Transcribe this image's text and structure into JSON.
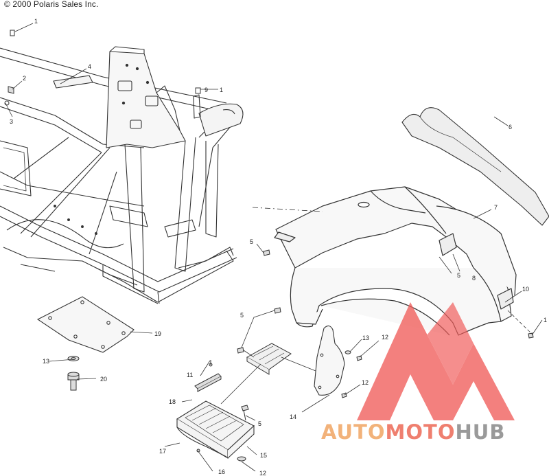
{
  "copyright": "© 2000 Polaris Sales Inc.",
  "watermark": {
    "auto": "AUTO",
    "moto": "MOTO",
    "hub": "HUB",
    "colors": {
      "triangle": "#f05a57",
      "auto": "#f2b27a",
      "moto": "#ef7f6f",
      "hub": "#9a9a9a"
    }
  },
  "callouts": {
    "c1a": "1",
    "c1b": "1",
    "c1c": "1",
    "c2": "2",
    "c3": "3",
    "c4": "4",
    "c5a": "5",
    "c5b": "5",
    "c5c": "5",
    "c5d": "5",
    "c6": "6",
    "c7": "7",
    "c8": "8",
    "c9": "9",
    "c10": "10",
    "c11": "11",
    "c12a": "12",
    "c12b": "12",
    "c12c": "12",
    "c13a": "13",
    "c13b": "13",
    "c14": "14",
    "c15": "15",
    "c16": "16",
    "c17": "17",
    "c18": "18",
    "c19": "19",
    "c20": "20"
  }
}
